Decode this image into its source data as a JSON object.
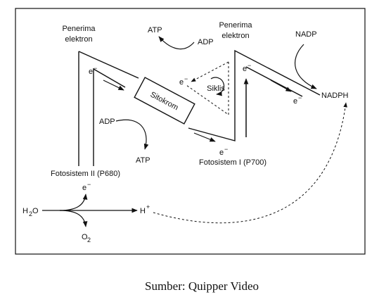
{
  "diagram": {
    "receiver1": {
      "line1": "Penerima",
      "line2": "elektron"
    },
    "receiver2": {
      "line1": "Penerima",
      "line2": "elektron"
    },
    "ps2": "Fotosistem II (P680)",
    "ps1": "Fotosistem I (P700)",
    "sitokrom": "Sitokrom",
    "siklis": "Siklis",
    "atp": "ATP",
    "adp": "ADP",
    "nadp": "NADP",
    "nadph": "NADPH",
    "e": "e",
    "minus": "−",
    "h2o_main": "H",
    "h2o_sub": "2",
    "h2o_end": "O",
    "h_plus_main": "H",
    "h_plus_sup": "+",
    "o2_main": "O",
    "o2_sub": "2"
  },
  "caption": "Sumber: Quipper Video"
}
